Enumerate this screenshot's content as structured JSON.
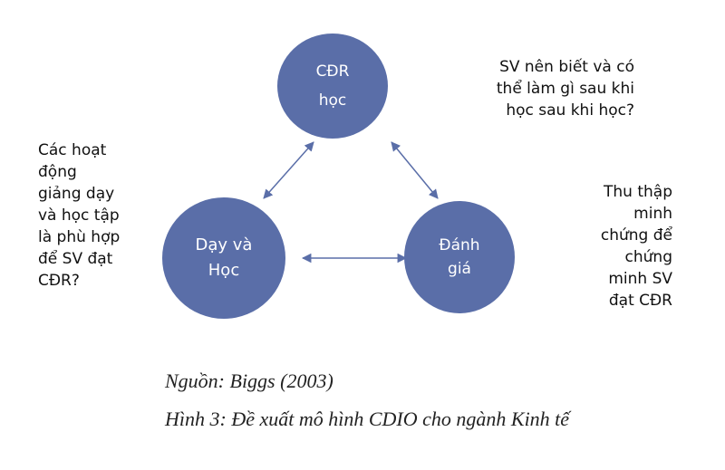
{
  "nodes": {
    "outcomes": [
      "CĐR",
      "học"
    ],
    "teaching": [
      "Dạy và",
      "Học"
    ],
    "assessment": [
      "Đánh",
      "giá"
    ]
  },
  "notes": {
    "top_right": [
      "SV nên biết và có",
      "thể làm gì sau khi",
      "học sau khi học?"
    ],
    "left": [
      "Các hoạt",
      "động",
      "giảng dạy",
      "và học tập",
      "là phù hợp",
      "để SV đạt",
      "CĐR?"
    ],
    "right": [
      "Thu thập",
      "minh",
      "chứng để",
      "chứng",
      "minh SV",
      "đạt CĐR"
    ]
  },
  "caption": {
    "source": "Nguồn: Biggs (2003)",
    "figure": "Hình 3: Đề xuất mô hình CDIO cho ngành Kinh tế"
  },
  "colors": {
    "node": "#5a6ea8",
    "arrow": "#5a6ea8"
  }
}
